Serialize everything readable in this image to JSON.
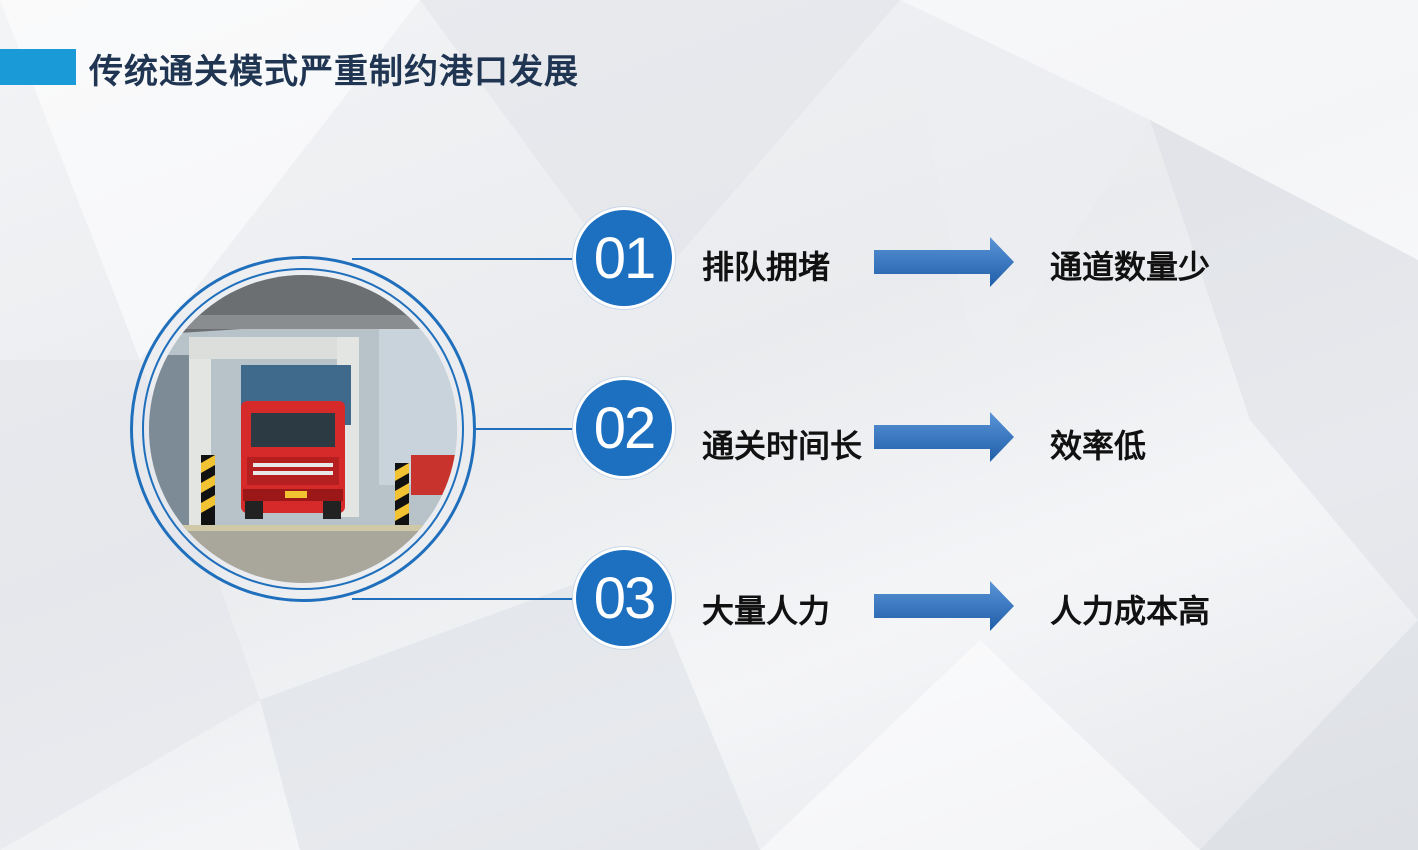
{
  "header": {
    "title": "传统通关模式严重制约港口发展"
  },
  "photo": {
    "alt": "truck-inspection-gate-photo"
  },
  "rows": [
    {
      "number": "01",
      "problem": "排队拥堵",
      "cause": "通道数量少"
    },
    {
      "number": "02",
      "problem": "通关时间长",
      "cause": "效率低"
    },
    {
      "number": "03",
      "problem": "大量人力",
      "cause": "人力成本高"
    }
  ],
  "colors": {
    "accent": "#1a9ad6",
    "circle": "#1d6fbf",
    "arrow": "#2e73c3",
    "title": "#1f3552"
  }
}
